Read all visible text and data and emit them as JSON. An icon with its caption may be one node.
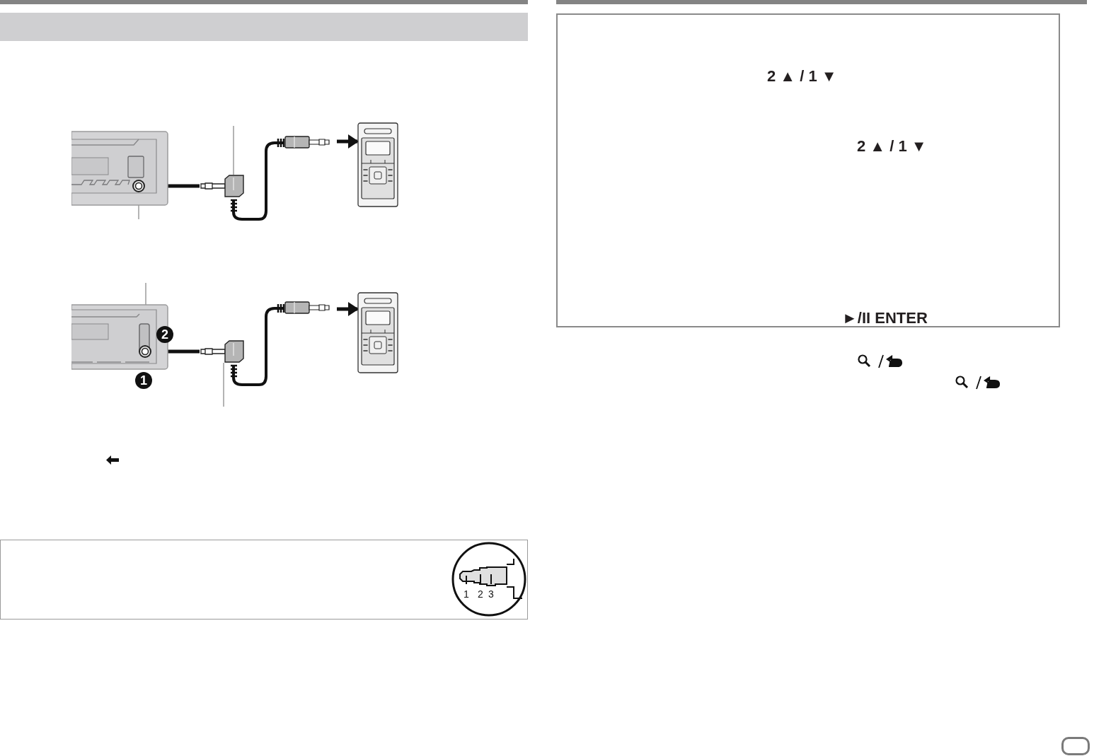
{
  "diagram": {
    "nodes": [
      {
        "text": [],
        "shape": "picture"
      },
      {
        "text": [],
        "shape": "circle",
        "in": 0
      },
      {
        "text": [],
        "shape": "picture"
      },
      {
        "text": [],
        "shape": "picture"
      },
      {
        "text": [],
        "shape": "picture"
      },
      {
        "text": [],
        "shape": "circle",
        "in": 4
      },
      {
        "text": [],
        "shape": "picture"
      },
      {
        "text": [],
        "shape": "picture"
      },
      {
        "text": [],
        "shape": "bar"
      }
    ],
    "edges": [
      {
        "from": 2,
        "to": 1,
        "arrow": "to",
        "style": "thick"
      },
      {
        "from": null,
        "to": 3,
        "arrow": "to",
        "style": "thick"
      },
      {
        "from": null,
        "to": 2,
        "arrow": "none",
        "color": "#8c8c8c"
      },
      {
        "from": null,
        "to": 1,
        "arrow": "none",
        "color": "#8c8c8c"
      },
      {
        "from": 6,
        "to": 5,
        "arrow": "to",
        "style": "thick"
      },
      {
        "from": null,
        "to": 7,
        "arrow": "to",
        "style": "thick"
      },
      {
        "from": null,
        "to": 5,
        "arrow": "none",
        "color": "#8c8c8c"
      },
      {
        "from": null,
        "to": 6,
        "arrow": "none",
        "color": "#8c8c8c"
      }
    ],
    "labels": [
      "2",
      "1",
      "1",
      "2",
      "3",
      "2 ▲ / 1 ▼",
      "2 ▲ / 1 ▼",
      "►/II ENTER"
    ]
  }
}
